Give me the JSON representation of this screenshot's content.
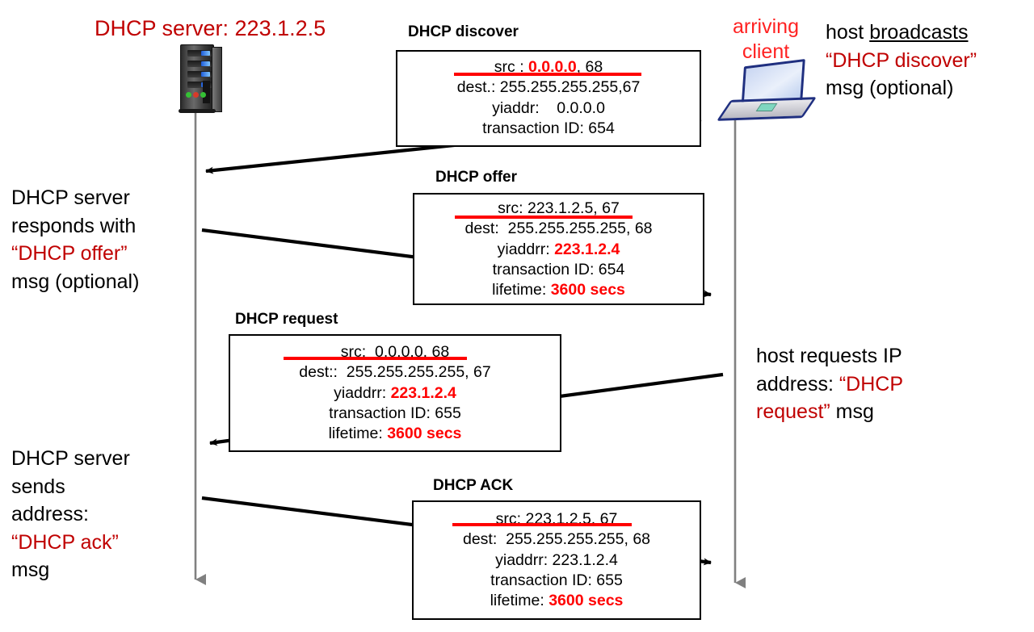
{
  "title_server": "DHCP server: 223.1.2.5",
  "client_label": "arriving\nclient",
  "client_label_line1": "arriving",
  "client_label_line2": "client",
  "colors": {
    "accent_red": "#ff0000",
    "dark_red": "#c00000",
    "timeline_gray": "#808080",
    "text_black": "#000000"
  },
  "icons": {
    "server": "server-tower-icon",
    "client": "laptop-icon"
  },
  "messages": [
    {
      "id": "dhcp-discover",
      "title": "DHCP discover",
      "lines": [
        {
          "prefix": "src : ",
          "highlight": "0.0.0.0",
          "suffix": ", 68",
          "underline": false
        },
        {
          "prefix": "dest.: ",
          "highlight": "",
          "suffix": "255.255.255.255,67",
          "underline": true
        },
        {
          "prefix": "yiaddr:    0.0.0.0",
          "highlight": "",
          "suffix": "",
          "underline": false
        },
        {
          "prefix": "transaction ID: 654",
          "highlight": "",
          "suffix": "",
          "underline": false
        }
      ]
    },
    {
      "id": "dhcp-offer",
      "title": "DHCP offer",
      "lines": [
        {
          "prefix": "src: 223.1.2.5, 67",
          "highlight": "",
          "suffix": "",
          "underline": false
        },
        {
          "prefix": "dest:  255.255.255.255",
          "highlight": "",
          "suffix": ", 68",
          "underline": true
        },
        {
          "prefix": "yiaddrr: ",
          "highlight": "223.1.2.4",
          "suffix": "",
          "underline": false
        },
        {
          "prefix": "transaction ID: 654",
          "highlight": "",
          "suffix": "",
          "underline": false
        },
        {
          "prefix": "lifetime: ",
          "highlight": "3600 secs",
          "suffix": "",
          "underline": false
        }
      ]
    },
    {
      "id": "dhcp-request",
      "title": "DHCP request",
      "lines": [
        {
          "prefix": "src:  0.0.0.0, 68",
          "highlight": "",
          "suffix": "",
          "underline": false
        },
        {
          "prefix": "dest::  255.255.255.255",
          "highlight": "",
          "suffix": ", 67",
          "underline": true
        },
        {
          "prefix": "yiaddrr: ",
          "highlight": "223.1.2.4",
          "suffix": "",
          "underline": false
        },
        {
          "prefix": "transaction ID: 655",
          "highlight": "",
          "suffix": "",
          "underline": false
        },
        {
          "prefix": "lifetime: ",
          "highlight": "3600 secs",
          "suffix": "",
          "underline": false
        }
      ]
    },
    {
      "id": "dhcp-ack",
      "title": "DHCP ACK",
      "lines": [
        {
          "prefix": "src: 223.1.2.5, 67",
          "highlight": "",
          "suffix": "",
          "underline": false
        },
        {
          "prefix": "dest:  255.255.255.255",
          "highlight": "",
          "suffix": ", 68",
          "underline": true
        },
        {
          "prefix": "yiaddrr: 223.1.2.4",
          "highlight": "",
          "suffix": "",
          "underline": false
        },
        {
          "prefix": "transaction ID: 655",
          "highlight": "",
          "suffix": "",
          "underline": false
        },
        {
          "prefix": "lifetime: ",
          "highlight": "3600 secs",
          "suffix": "",
          "underline": false
        }
      ]
    }
  ],
  "notes": {
    "right_top": {
      "l1_a": "host ",
      "l1_u": "broadcasts",
      "l2": "“DHCP discover”",
      "l3": "msg (optional)"
    },
    "left_offer": {
      "l1": "DHCP server",
      "l2": "responds with",
      "l3": "“DHCP offer”",
      "l4": "msg (optional)"
    },
    "right_request": {
      "l1": "host requests IP",
      "l2_a": "address: ",
      "l2_r": "“DHCP",
      "l3_r": "request”",
      "l3_a": " msg"
    },
    "left_ack": {
      "l1": "DHCP server",
      "l2": "sends",
      "l3": "address:",
      "l4": "“DHCP ack”",
      "l5": "msg"
    }
  }
}
